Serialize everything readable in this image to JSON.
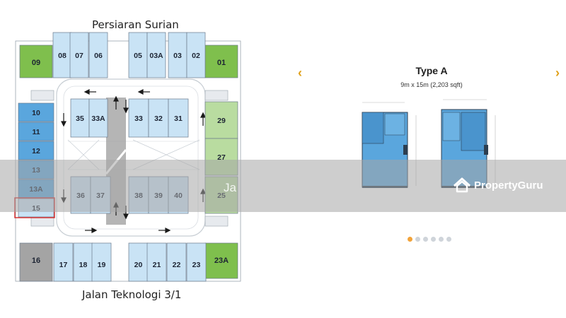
{
  "streets": {
    "top": "Persiaran Surian",
    "bottom": "Jalan Teknologi 3/1"
  },
  "top_row_units": [
    "08",
    "07",
    "06",
    "05",
    "03A",
    "03",
    "02"
  ],
  "corner_units": {
    "top_left": "09",
    "top_right": "01",
    "bottom_left": "16",
    "bottom_right": "23A"
  },
  "left_column_units": [
    "10",
    "11",
    "12",
    "13",
    "13A",
    "15"
  ],
  "right_column_units": [
    "29",
    "27",
    "25"
  ],
  "inner_top_left_units": [
    "35",
    "33A"
  ],
  "inner_top_right_units": [
    "33",
    "32",
    "31"
  ],
  "inner_bottom_left_units": [
    "36",
    "37"
  ],
  "inner_bottom_right_units": [
    "38",
    "39",
    "40"
  ],
  "bottom_row_units": [
    "17",
    "18",
    "19",
    "20",
    "21",
    "22",
    "23"
  ],
  "highlighted_unit": "15",
  "detail": {
    "title": "Type A",
    "dimensions": "9m x 15m (2,203 sqft)"
  },
  "watermark": {
    "brand": "PropertyGuru",
    "agent_initial": "Ja"
  },
  "nav": {
    "prev_icon": "chevron-left-icon",
    "next_icon": "chevron-right-icon"
  },
  "pager": {
    "total": 6,
    "active": 1
  },
  "colors": {
    "blue_unit": "#5aa6dd",
    "light_blue_unit": "#c9e3f5",
    "green_unit": "#7fbf4d",
    "light_green_unit": "#b9dca0",
    "grey_unit": "#a4a4a4",
    "accent": "#e0a018",
    "highlight": "#d62828"
  }
}
